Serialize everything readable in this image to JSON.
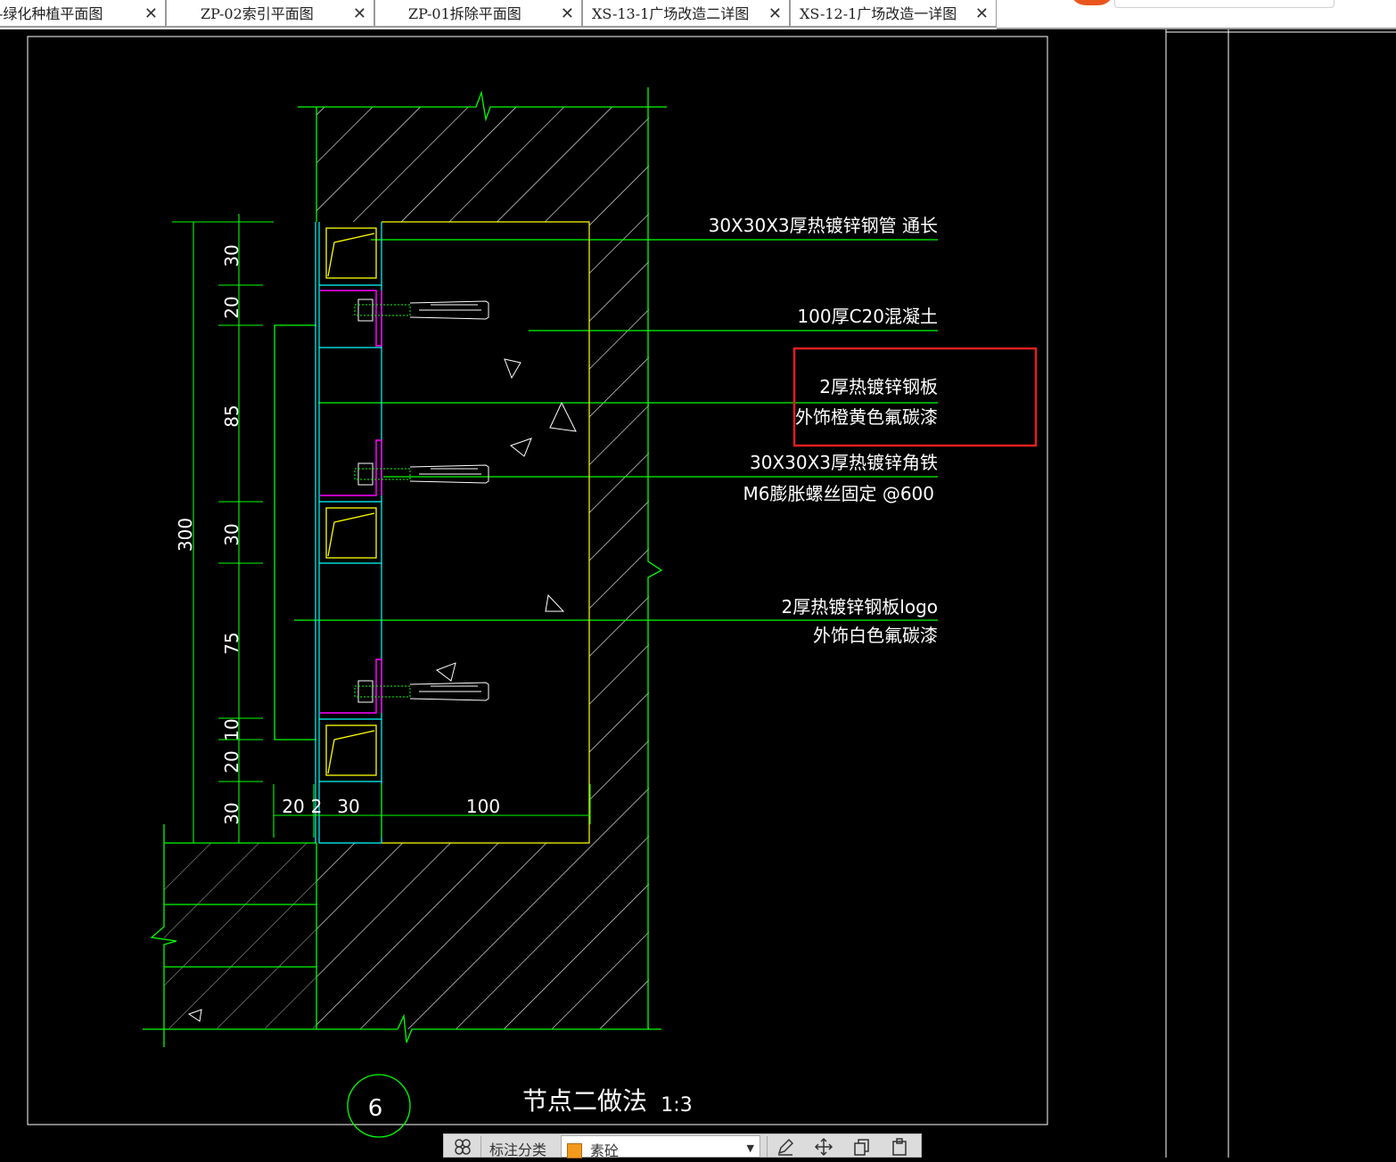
{
  "tabs": [
    {
      "label": "-绿化种植平面图",
      "close": "✕"
    },
    {
      "label": "ZP-02索引平面图",
      "close": "✕"
    },
    {
      "label": "ZP-01拆除平面图",
      "close": "✕"
    },
    {
      "label": "XS-13-1广场改造二详图",
      "close": "✕"
    },
    {
      "label": "XS-12-1广场改造一详图",
      "close": "✕"
    }
  ],
  "drawing": {
    "annotations": {
      "steel_pipe": "30X30X3厚热镀锌钢管 通长",
      "concrete": "100厚C20混凝土",
      "orange_plate_1": "2厚热镀锌钢板",
      "orange_plate_2": "外饰橙黄色氟碳漆",
      "angle_iron": "30X30X3厚热镀锌角铁",
      "bolt": "M6膨胀螺丝固定 @600",
      "logo_plate_1": "2厚热镀锌钢板logo",
      "logo_plate_2": "外饰白色氟碳漆"
    },
    "dims_vertical": [
      "30",
      "20",
      "85",
      "30",
      "75",
      "10",
      "20",
      "30"
    ],
    "dim_total": "300",
    "dims_horizontal": [
      "20",
      "2",
      "30",
      "100"
    ],
    "node_number": "6",
    "title": "节点二做法",
    "scale": "1:3"
  },
  "toolbar": {
    "label": "标注分类",
    "selected": "素砼",
    "icons": [
      "layers-icon",
      "edit-icon",
      "move-icon",
      "copy-icon",
      "paste-icon"
    ]
  },
  "colors": {
    "green": "#00ff00",
    "cyan": "#00ffff",
    "yellow": "#ffff00",
    "magenta": "#ff00ff",
    "white": "#ffffff",
    "highlight": "#e02020"
  }
}
